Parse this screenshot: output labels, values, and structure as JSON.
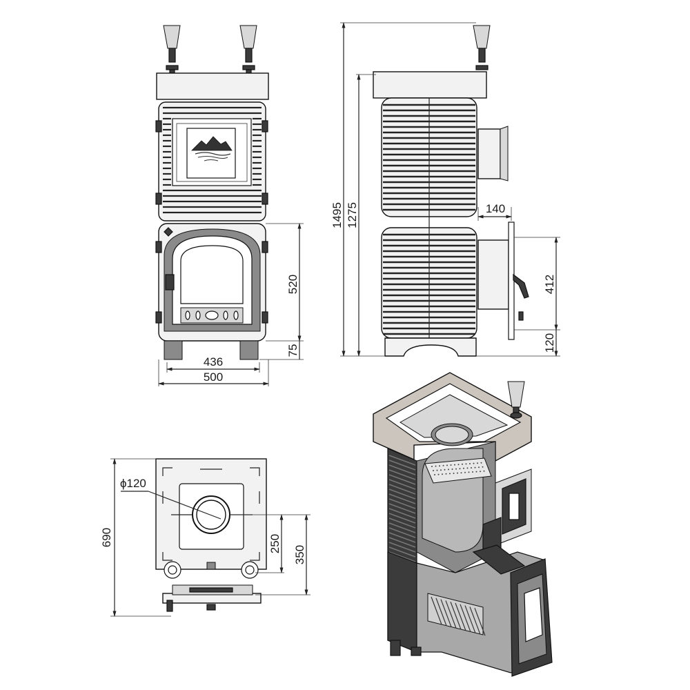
{
  "dimensions": {
    "total_height": "1495",
    "body_height": "1275",
    "door_height": "520",
    "leg_height": "75",
    "inner_width": "436",
    "outer_width": "500",
    "side_offset": "140",
    "side_door_height": "412",
    "side_leg_height": "120",
    "depth": "690",
    "flue_diameter": "ϕ120",
    "flue_offset": "250",
    "flue_front_offset": "350"
  }
}
